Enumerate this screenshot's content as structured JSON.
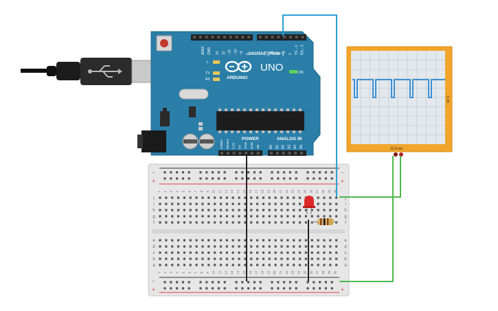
{
  "arduino": {
    "model": "UNO",
    "brand": "ARDUINO",
    "digital_header": "DIGITAL (PWM~)",
    "power_header": "POWER",
    "analog_header": "ANALOG IN",
    "on_label": "ON",
    "l_label": "L",
    "tx_label": "TX",
    "rx_label": "RX",
    "aref": "AREF",
    "gnd": "GND",
    "digital_pins": [
      "13",
      "12",
      "~11",
      "~10",
      "~9",
      "8",
      "7",
      "~6",
      "~5",
      "4",
      "~3",
      "2",
      "TX→1",
      "RX←0"
    ],
    "power_pins": [
      "IOREF",
      "RESET",
      "3.3V",
      "5V",
      "GND",
      "GND",
      "Vin"
    ],
    "analog_pins": [
      "A0",
      "A1",
      "A2",
      "A3",
      "A4",
      "A5"
    ]
  },
  "oscilloscope": {
    "time_label": "12.3 ms",
    "volt_label": "10 V"
  },
  "breadboard": {
    "columns": [
      "1",
      "2",
      "3",
      "4",
      "5",
      "6",
      "7",
      "8",
      "9",
      "10",
      "11",
      "12",
      "13",
      "14",
      "15",
      "16",
      "17",
      "18",
      "19",
      "20",
      "21",
      "22",
      "23",
      "24",
      "25",
      "26",
      "27",
      "28",
      "29",
      "30"
    ],
    "rows_top": [
      "j",
      "i",
      "h",
      "g",
      "f"
    ],
    "rows_bottom": [
      "e",
      "d",
      "c",
      "b",
      "a"
    ],
    "plus": "+",
    "minus": "-"
  },
  "colors": {
    "board": "#2a7ea8",
    "board_dark": "#1f6688",
    "breadboard": "#e6e6e6",
    "scope_frame": "#f2a52a",
    "scope_screen": "#e3e8ec",
    "trace": "#3a8fd6",
    "wire_blue": "#2aa0d6",
    "wire_green": "#4cb84c",
    "wire_black": "#222222",
    "led": "#e02828",
    "rail_red": "#d94040",
    "rail_black": "#333333"
  }
}
